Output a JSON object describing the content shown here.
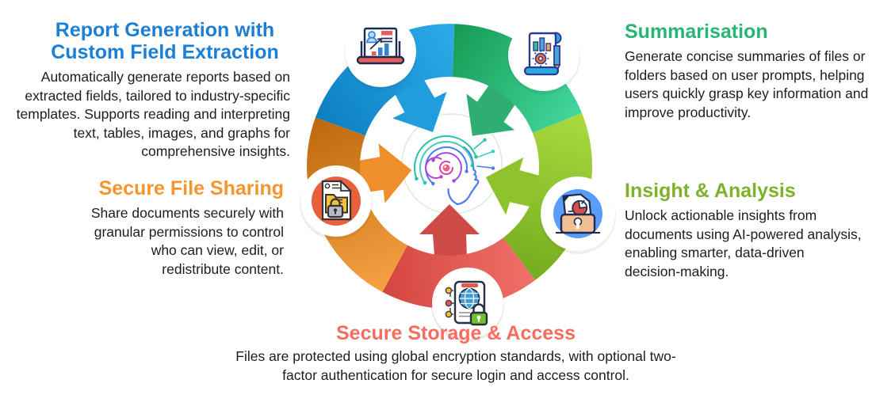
{
  "infographic": {
    "type": "circular-process-diagram",
    "center_icon": "ai-head-icon",
    "segments": [
      {
        "name": "report-generation",
        "color": "#1a94d4",
        "icon": "report-laptop-icon"
      },
      {
        "name": "summarisation",
        "color": "#2bb573",
        "icon": "summary-scroll-icon"
      },
      {
        "name": "insight-analysis",
        "color": "#8ec32d",
        "icon": "insight-briefcase-icon"
      },
      {
        "name": "secure-storage",
        "color": "#dd554e",
        "icon": "storage-phone-icon"
      },
      {
        "name": "secure-file-sharing",
        "color": "#ec8f2a",
        "icon": "sharing-file-icon"
      }
    ]
  },
  "features": [
    {
      "id": "report-generation",
      "title": "Report Generation with Custom Field Extraction",
      "description": "Automatically generate reports based on extracted fields, tailored to industry-specific templates. Supports reading and interpreting text, tables, images, and graphs for comprehensive insights.",
      "accent": "#1b7fd6"
    },
    {
      "id": "summarisation",
      "title": "Summarisation",
      "description": "Generate concise summaries of files or folders based on user prompts, helping users quickly grasp key information and improve productivity.",
      "accent": "#27b573"
    },
    {
      "id": "insight-analysis",
      "title": "Insight & Analysis",
      "description": "Unlock actionable insights from documents using AI-powered analysis, enabling smarter, data-driven decision-making.",
      "accent": "#7eb22b"
    },
    {
      "id": "secure-file-sharing",
      "title": "Secure File Sharing",
      "description": "Share documents securely with granular permissions to control who can view, edit, or redistribute content.",
      "accent": "#f5952d"
    },
    {
      "id": "secure-storage-access",
      "title": "Secure Storage & Access",
      "description": "Files are protected using global encryption standards, with optional two-factor authentication for secure login and access control.",
      "accent": "#f96c60"
    }
  ]
}
